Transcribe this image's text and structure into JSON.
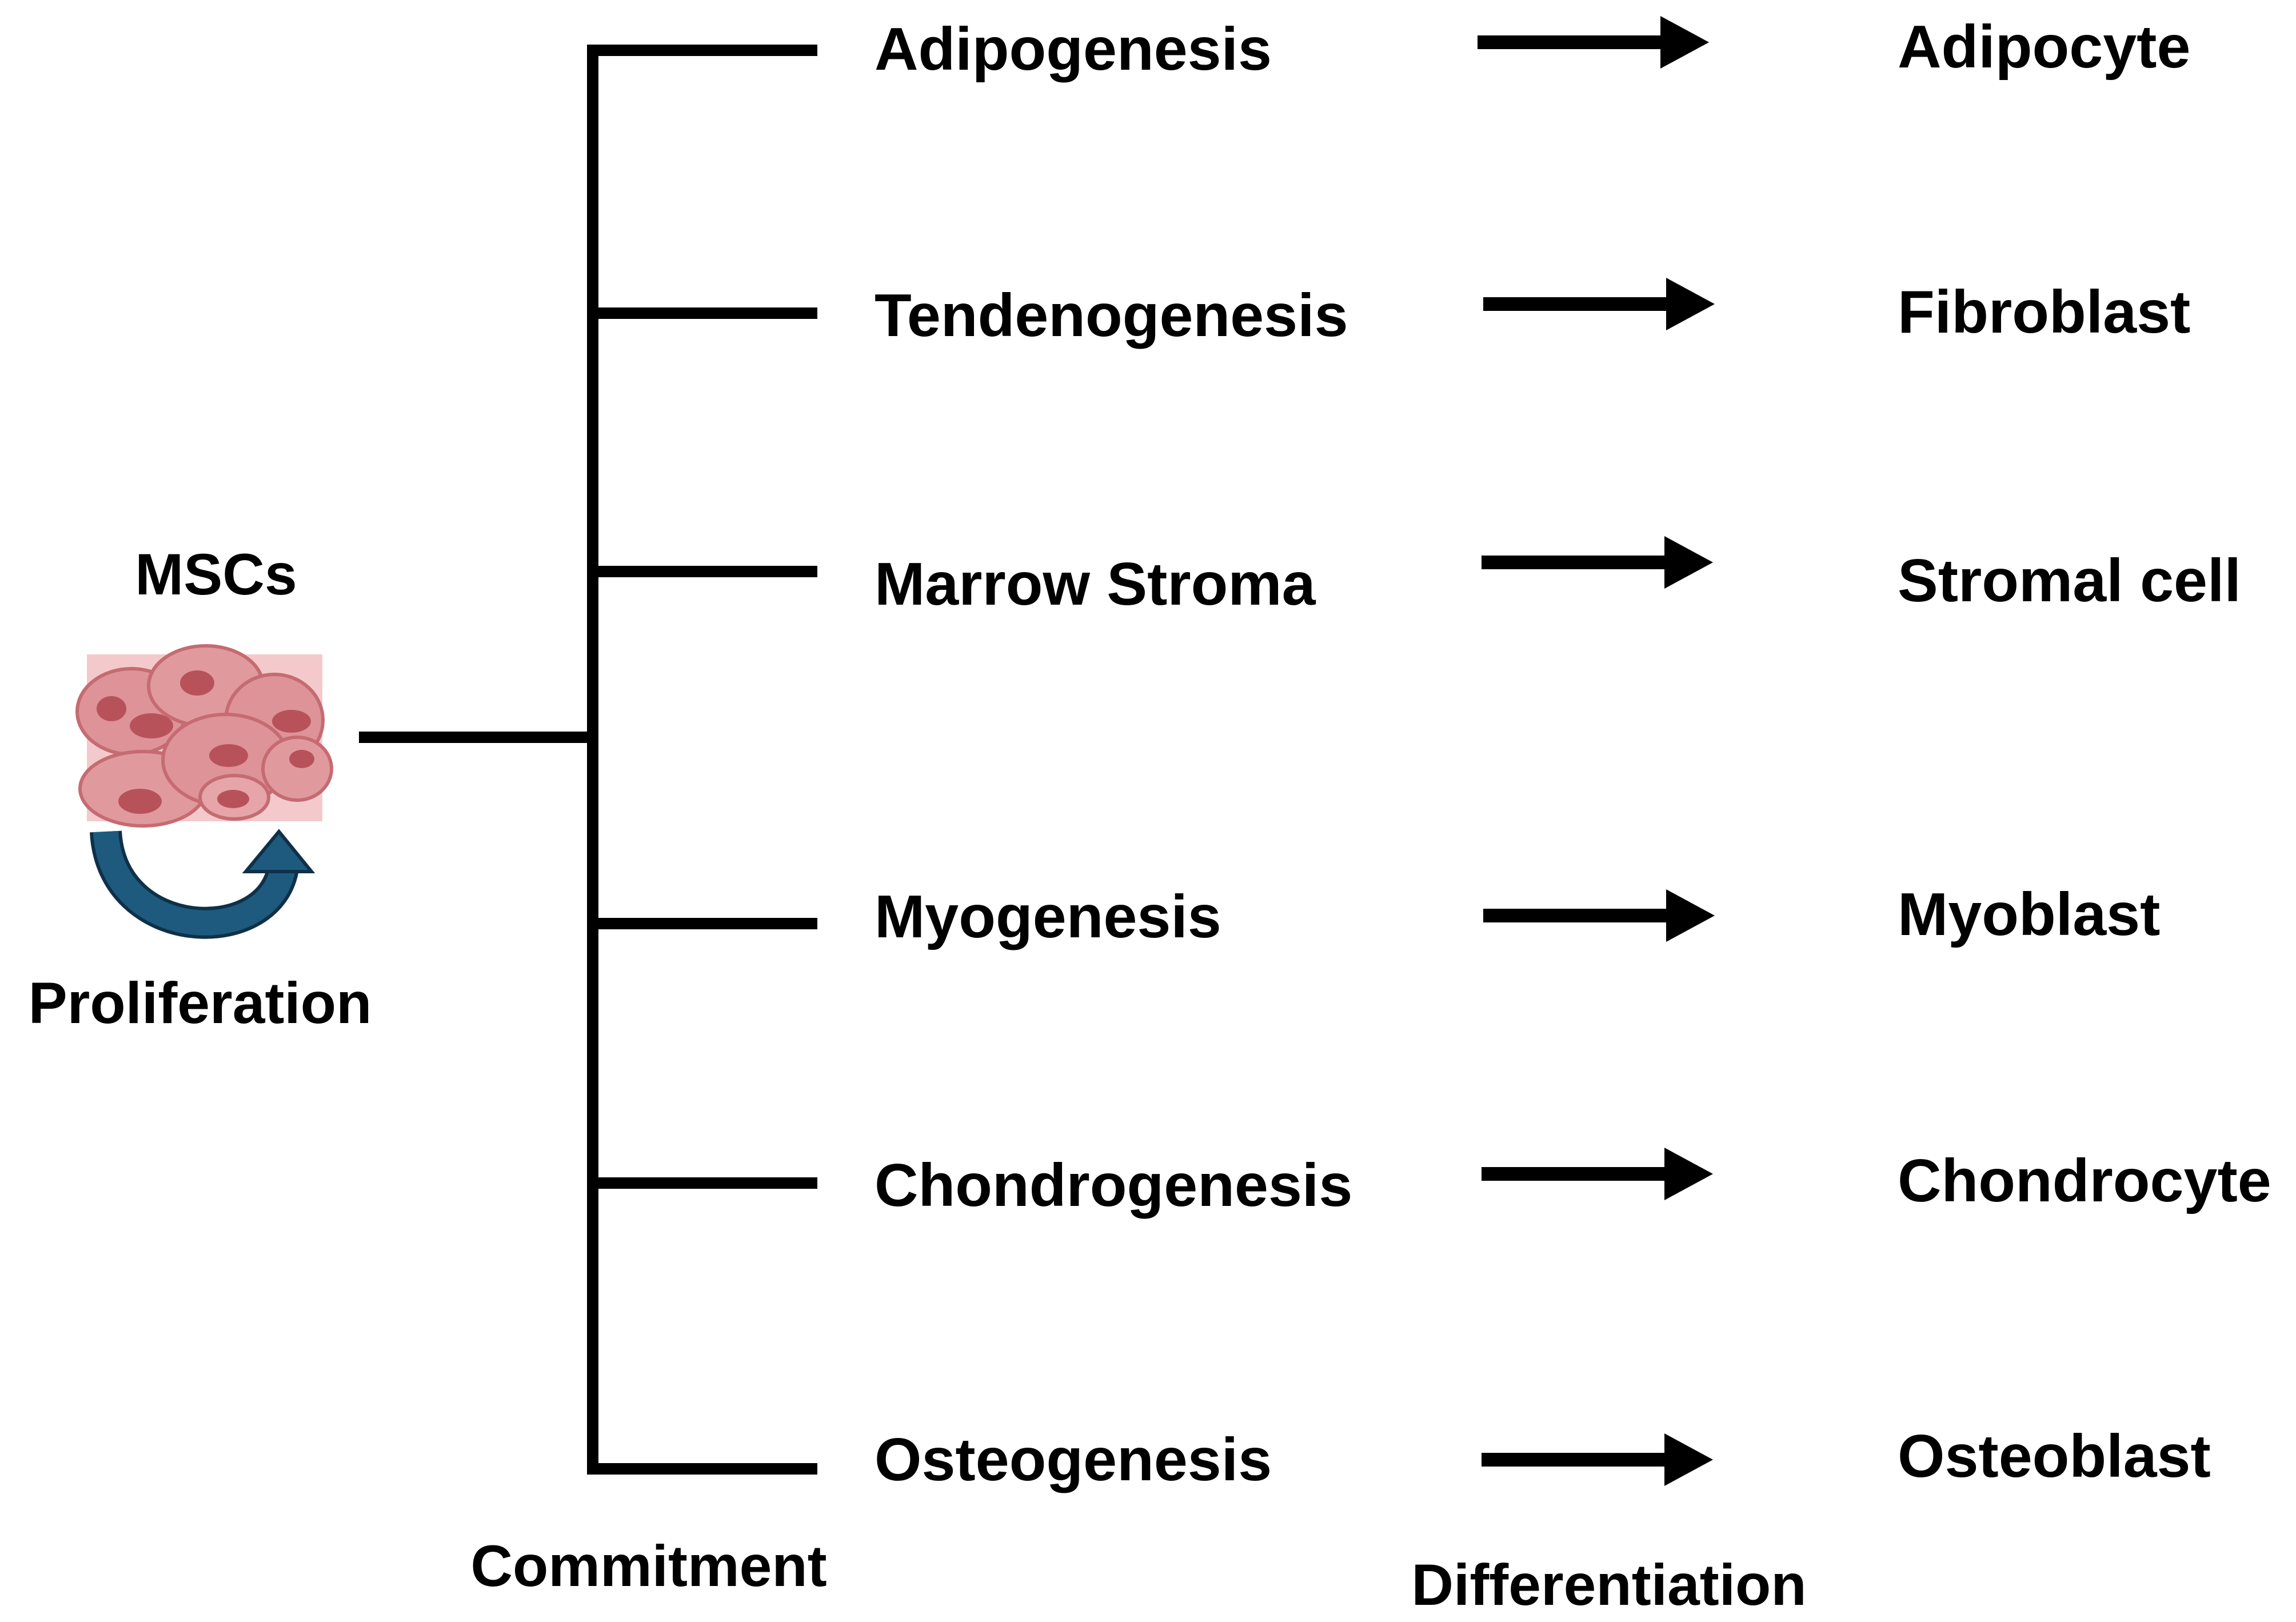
{
  "source": {
    "label": "MSCs",
    "loop_label": "Proliferation"
  },
  "footer": {
    "commitment": "Commitment",
    "differentiation": "Differentiation"
  },
  "lineages": [
    {
      "process": "Adipogenesis",
      "cell": "Adipocyte"
    },
    {
      "process": "Tendenogenesis",
      "cell": "Fibroblast"
    },
    {
      "process": "Marrow Stroma",
      "cell": "Stromal cell"
    },
    {
      "process": "Myogenesis",
      "cell": "Myoblast"
    },
    {
      "process": "Chondrogenesis",
      "cell": "Chondrocyte"
    },
    {
      "process": "Osteogenesis",
      "cell": "Osteoblast"
    }
  ],
  "colors": {
    "line": "#000000",
    "cell_fill": "#d98a8e",
    "cell_nucleus": "#b8525a",
    "cell_bg": "#f2c4c6",
    "loop_arrow": "#1d4e6e"
  }
}
